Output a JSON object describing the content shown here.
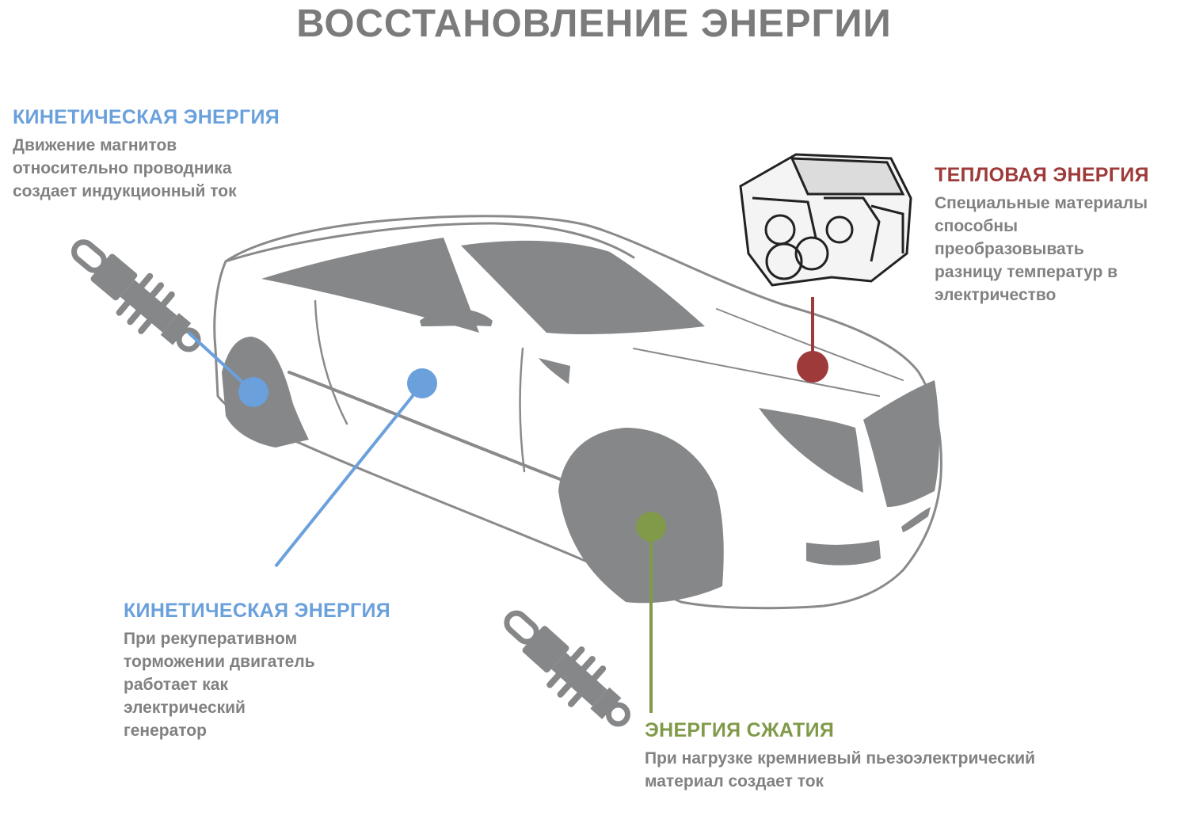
{
  "title": "ВОССТАНОВЛЕНИЕ ЭНЕРГИИ",
  "colors": {
    "kinetic": "#6aa0dc",
    "thermal": "#9e3a3a",
    "compression": "#809a4a",
    "car_fill": "#858789",
    "car_outline": "#8a8a8a",
    "text_body": "#818181",
    "title": "#7b7b7b"
  },
  "callouts": {
    "kinetic_suspension": {
      "heading": "КИНЕТИЧЕСКАЯ ЭНЕРГИЯ",
      "text": "Движение магнитов\nотносительно проводника\nсоздает индукционный ток"
    },
    "thermal": {
      "heading": "ТЕПЛОВАЯ ЭНЕРГИЯ",
      "text": "Специальные материалы\nспособны\nпреобразовывать\nразницу температур в\nэлектричество"
    },
    "kinetic_braking": {
      "heading": "КИНЕТИЧЕСКАЯ ЭНЕРГИЯ",
      "text": "При рекуперативном\nторможении двигатель\nработает как\nэлектрический\nгенератор"
    },
    "compression": {
      "heading": "ЭНЕРГИЯ СЖАТИЯ",
      "text": "При нагрузке кремниевый пьезоэлектрический\nматериал создает ток"
    }
  }
}
